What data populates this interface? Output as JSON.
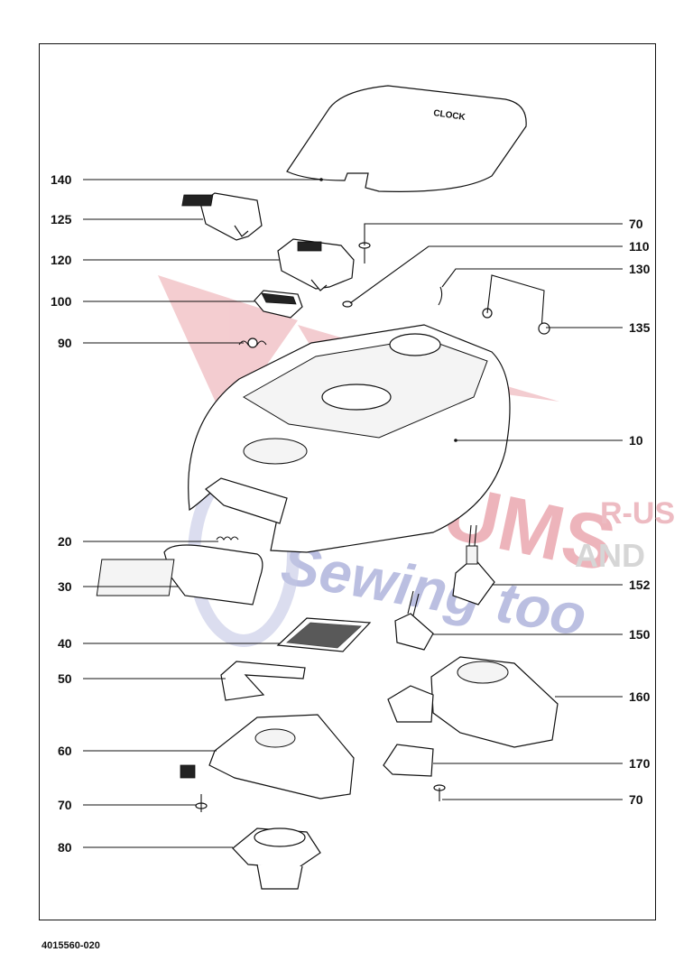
{
  "document_code": "4015560-020",
  "cover_logo_text": "CLOCK",
  "watermark": {
    "line1": "VACUUMS",
    "line2": "Sewing too",
    "r_us": "R-US",
    "and": "AND",
    "colors": {
      "red": "#e8a0a8",
      "blue": "#a8acd8",
      "gray": "#c8c8c8"
    }
  },
  "callouts": {
    "c140": "140",
    "c125": "125",
    "c120": "120",
    "c100": "100",
    "c90": "90",
    "c70a": "70",
    "c110": "110",
    "c130": "130",
    "c135": "135",
    "c10": "10",
    "c20": "20",
    "c30": "30",
    "c40": "40",
    "c50": "50",
    "c60": "60",
    "c70b": "70",
    "c80": "80",
    "c152": "152",
    "c150": "150",
    "c160": "160",
    "c170": "170",
    "c70c": "70"
  }
}
